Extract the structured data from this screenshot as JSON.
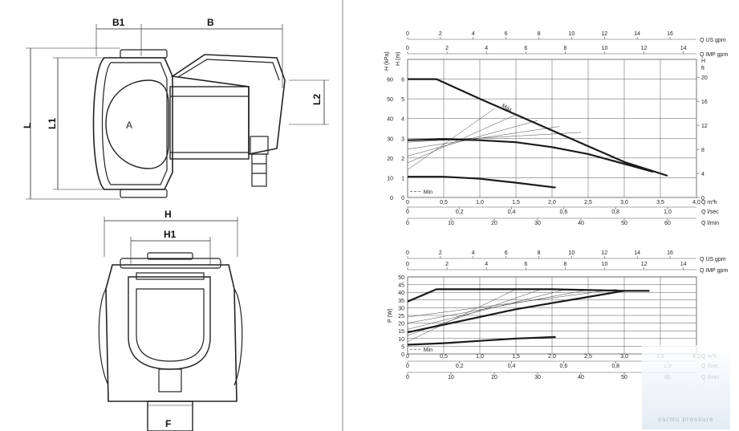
{
  "drawing": {
    "dims": {
      "B1": "B1",
      "B": "B",
      "L": "L",
      "L1": "L1",
      "L2": "L2",
      "H": "H",
      "H1": "H1",
      "F": "F"
    },
    "pump_arrow": "A"
  },
  "watermark": {
    "text": "varmu pressure"
  },
  "colors": {
    "line": "#222222",
    "grid": "#555555",
    "curve": "#1a1a1a",
    "thin": "#444444"
  },
  "chart_data": [
    {
      "type": "line",
      "title": "",
      "top_axes": [
        {
          "label": "Q US gpm",
          "ticks": [
            0,
            2,
            4,
            6,
            8,
            10,
            12,
            14,
            16
          ]
        },
        {
          "label": "Q IMP gpm",
          "ticks": [
            0,
            2,
            4,
            6,
            8,
            10,
            12,
            14
          ]
        }
      ],
      "bottom_axes": [
        {
          "label": "Q m³h",
          "ticks": [
            "0",
            "0,5",
            "1,0",
            "1,5",
            "2,0",
            "2,5",
            "3,0",
            "3,5",
            "4,0"
          ]
        },
        {
          "label": "Q l/sec",
          "ticks": [
            "0",
            "0,2",
            "0,4",
            "0,6",
            "0,8",
            "1,0"
          ]
        },
        {
          "label": "Q l/min",
          "ticks": [
            "0",
            "10",
            "20",
            "30",
            "40",
            "50",
            "60"
          ]
        }
      ],
      "ylabel": "H (kPa)",
      "ylabel2": "H (m)",
      "y_ticks_kpa": [
        0,
        10,
        20,
        30,
        40,
        50,
        60
      ],
      "y_ticks_m": [
        0,
        1,
        2,
        3,
        4,
        5,
        6
      ],
      "right_axis": {
        "labels": [
          "H",
          "ft"
        ],
        "ticks": [
          0,
          4,
          8,
          12,
          16,
          20
        ]
      },
      "xlim": [
        0,
        4
      ],
      "ylim": [
        0,
        7
      ],
      "series": [
        {
          "name": "Max",
          "x": [
            0,
            0.4,
            1.0,
            1.5,
            2.0,
            2.5,
            3.0,
            3.6
          ],
          "y": [
            6.0,
            6.0,
            5.0,
            4.2,
            3.4,
            2.6,
            1.8,
            1.1
          ]
        },
        {
          "x": [
            0,
            0.5,
            1.0,
            1.5,
            2.0,
            2.5,
            3.0,
            3.4
          ],
          "y": [
            2.9,
            2.95,
            2.9,
            2.8,
            2.55,
            2.2,
            1.7,
            1.3
          ]
        },
        {
          "x": [
            0,
            0.5,
            1.0,
            1.5,
            2.05
          ],
          "y": [
            1.05,
            1.05,
            0.95,
            0.75,
            0.5
          ]
        }
      ],
      "annotations": [
        {
          "text": "Max"
        },
        {
          "text": "Min"
        }
      ]
    },
    {
      "type": "line",
      "title": "",
      "top_axes": [
        {
          "label": "Q US gpm",
          "ticks": [
            0,
            2,
            4,
            6,
            8,
            10,
            12,
            14,
            16
          ]
        },
        {
          "label": "Q IMP gpm",
          "ticks": [
            0,
            2,
            4,
            6,
            8,
            10,
            12,
            14
          ]
        }
      ],
      "bottom_axes": [
        {
          "label": "Q m³h",
          "ticks": [
            "0",
            "0,5",
            "1,0",
            "1,5",
            "2,0",
            "2,5",
            "3,0",
            "3,5",
            "4,0"
          ]
        },
        {
          "label": "Q l/sec",
          "ticks": [
            "0",
            "0,2",
            "0,4",
            "0,6",
            "0,8",
            "1,0"
          ]
        },
        {
          "label": "Q l/min",
          "ticks": [
            "0",
            "10",
            "20",
            "30",
            "40",
            "50",
            "60"
          ]
        }
      ],
      "ylabel": "P (W)",
      "y_ticks": [
        0,
        5,
        10,
        15,
        20,
        25,
        30,
        35,
        40,
        45,
        50
      ],
      "xlim": [
        0,
        4
      ],
      "ylim": [
        0,
        50
      ],
      "series": [
        {
          "x": [
            0,
            0.4,
            1.0,
            2.0,
            3.0,
            3.35
          ],
          "y": [
            34,
            42,
            42,
            42,
            41,
            41
          ]
        },
        {
          "x": [
            0,
            0.5,
            1.0,
            1.5,
            2.0,
            2.5,
            3.0
          ],
          "y": [
            14,
            19,
            24,
            29,
            33,
            37,
            41
          ]
        },
        {
          "x": [
            0,
            0.5,
            1.0,
            1.5,
            2.05
          ],
          "y": [
            6,
            7,
            8.5,
            10,
            11
          ]
        }
      ],
      "annotations": [
        {
          "text": "Min"
        }
      ]
    }
  ]
}
